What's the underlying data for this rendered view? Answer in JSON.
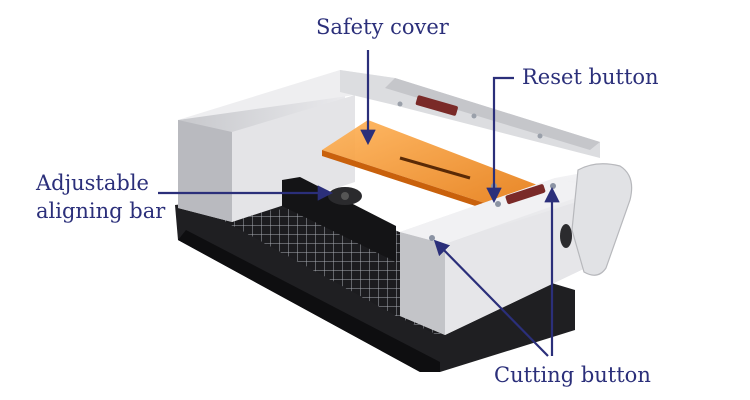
{
  "labels": {
    "safety_cover": "Safety cover",
    "reset_button": "Reset button",
    "aligning_bar_line1": "Adjustable",
    "aligning_bar_line2": "aligning bar",
    "cutting_button": "Cutting button"
  },
  "colors": {
    "label_text": "#2b2f7a",
    "leader_line": "#2b2f7a",
    "body_silver": "#d9dadd",
    "base_black": "#1f1f22",
    "safety_cover_orange": "#f08a1c"
  }
}
